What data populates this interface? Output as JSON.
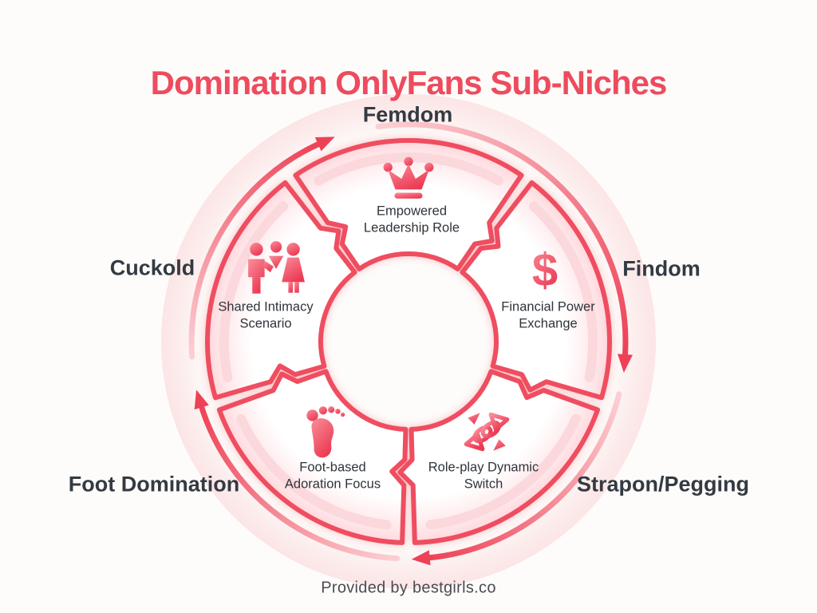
{
  "title": "Domination OnlyFans Sub-Niches",
  "wheel": {
    "direction": "clockwise",
    "segments": [
      {
        "label": "Femdom",
        "description": "Empowered Leadership Role",
        "icon": "crown-icon"
      },
      {
        "label": "Findom",
        "description": "Financial Power Exchange",
        "icon": "dollar-sign-icon"
      },
      {
        "label": "Strapon/Pegging",
        "description": "Role-play Dynamic Switch",
        "icon": "swap-arrows-icon"
      },
      {
        "label": "Foot Domination",
        "description": "Foot-based Adoration Focus",
        "icon": "footprint-icon"
      },
      {
        "label": "Cuckold",
        "description": "Shared Intimacy Scenario",
        "icon": "people-trio-icon"
      }
    ]
  },
  "footer": {
    "credit": "Provided by bestgirls.co"
  },
  "colors": {
    "title_red": "#ee4b5e",
    "wedge_stroke": "#ef4d60",
    "wedge_band": "#fbd6da",
    "arrow_tail": "#fccfd4",
    "arrow_head": "#ee4156",
    "icon_light": "#f98e9a",
    "icon_dark": "#ec3a53",
    "label_dark": "#343a42",
    "desc_dark": "#2f343a",
    "footer_gray": "#4b4b53",
    "background": "#fdfcfa"
  }
}
